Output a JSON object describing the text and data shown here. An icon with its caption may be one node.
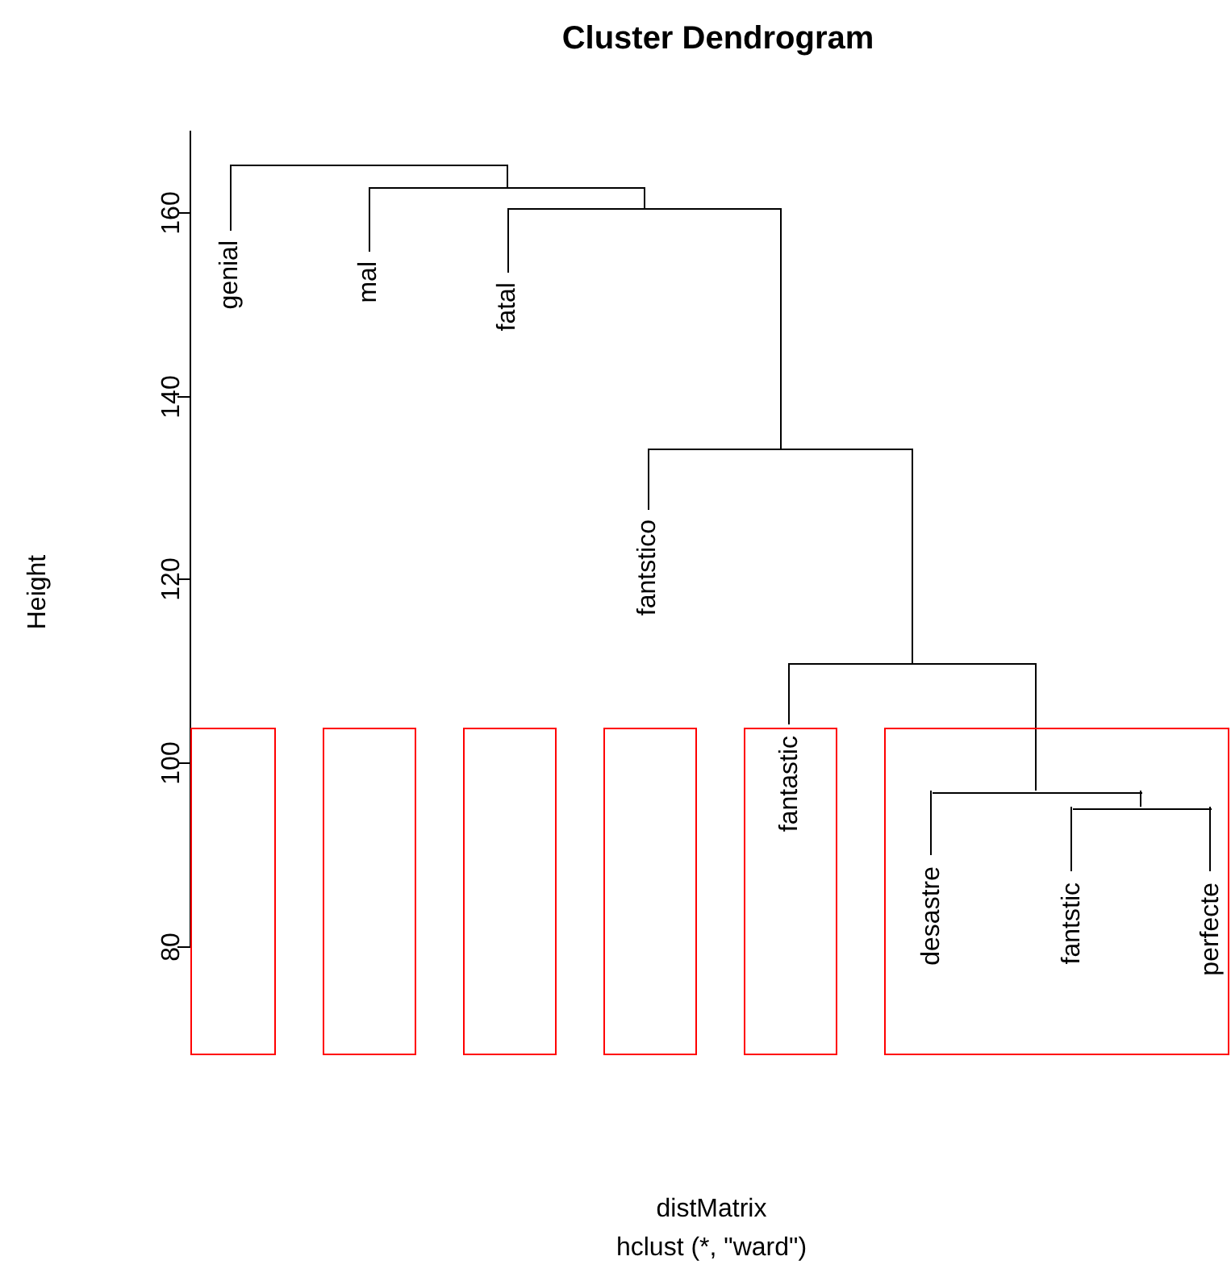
{
  "diagram": {
    "title": "Cluster Dendrogram",
    "nodes": [
      {
        "text": [],
        "shape": "box"
      },
      {
        "text": [],
        "shape": "box"
      },
      {
        "text": [],
        "shape": "box"
      },
      {
        "text": [],
        "shape": "box"
      },
      {
        "text": [],
        "shape": "box"
      },
      {
        "text": [],
        "shape": "box"
      },
      {
        "text": [
          "genial"
        ]
      },
      {
        "text": [
          "mal"
        ]
      },
      {
        "text": [
          "fatal"
        ]
      },
      {
        "text": [
          "fantstico"
        ]
      },
      {
        "text": [
          "fantastic"
        ],
        "in": 4
      },
      {
        "text": [
          "desastre"
        ],
        "in": 5
      },
      {
        "text": [
          "fantstic"
        ],
        "in": 5
      },
      {
        "text": [
          "perfecte"
        ],
        "in": 5
      },
      {
        "text": [],
        "shape": "bar"
      },
      {
        "text": [],
        "shape": "bar"
      },
      {
        "text": [],
        "shape": "bar"
      },
      {
        "text": [],
        "shape": "bar"
      },
      {
        "text": [],
        "shape": "bar"
      },
      {
        "text": [],
        "shape": "bar",
        "in": 5
      },
      {
        "text": [],
        "shape": "bar",
        "in": 5
      }
    ],
    "edges": [
      {
        "from": 14,
        "to": 6,
        "arrow": "none"
      },
      {
        "from": 14,
        "to": 15,
        "arrow": "none"
      },
      {
        "from": 15,
        "to": 7,
        "arrow": "none"
      },
      {
        "from": 15,
        "to": 16,
        "arrow": "none"
      },
      {
        "from": 16,
        "to": 8,
        "arrow": "none"
      },
      {
        "from": 16,
        "to": 17,
        "arrow": "none"
      },
      {
        "from": 17,
        "to": 9,
        "arrow": "none"
      },
      {
        "from": 17,
        "to": 18,
        "arrow": "none"
      },
      {
        "from": 18,
        "to": 10,
        "arrow": "none"
      },
      {
        "from": 18,
        "to": 19,
        "arrow": "none"
      },
      {
        "from": 19,
        "to": 11,
        "arrow": "none"
      },
      {
        "from": 19,
        "to": 20,
        "arrow": "none"
      },
      {
        "from": 20,
        "to": 12,
        "arrow": "none"
      },
      {
        "from": 20,
        "to": 13,
        "arrow": "none"
      }
    ],
    "labels": [
      "Height",
      "160",
      "140",
      "120",
      "100",
      "80",
      "distMatrix",
      "hclust (*, \"ward\")"
    ]
  }
}
